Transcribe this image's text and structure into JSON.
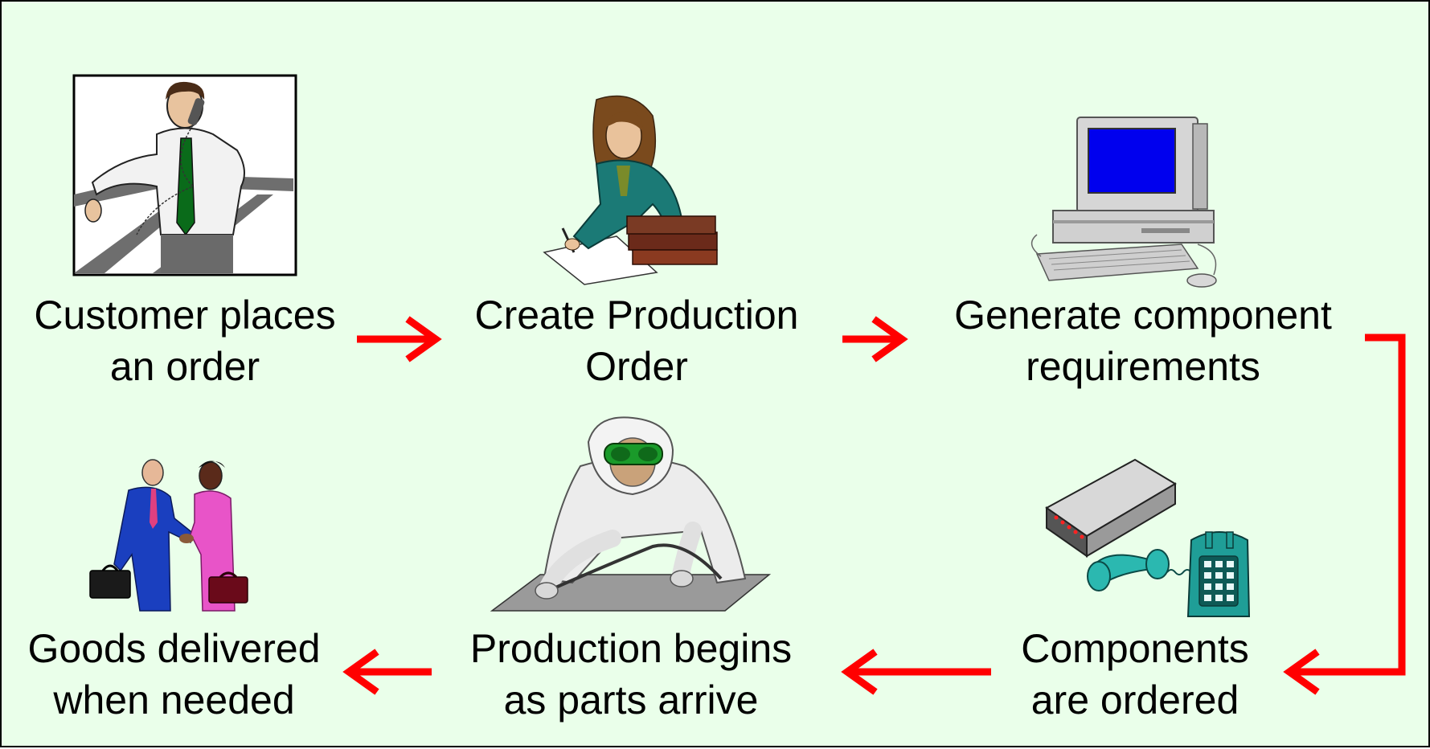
{
  "colors": {
    "background": "#eaffea",
    "border": "#000000",
    "arrow": "#ff0000",
    "text": "#000000"
  },
  "steps": [
    {
      "icon": "businessman-on-phone-icon",
      "line1": "Customer places",
      "line2": "an order"
    },
    {
      "icon": "woman-writing-icon",
      "line1": "Create Production",
      "line2": "Order"
    },
    {
      "icon": "desktop-computer-icon",
      "line1": "Generate component",
      "line2": "requirements"
    },
    {
      "icon": "modem-telephone-icon",
      "line1": "Components",
      "line2": "are ordered"
    },
    {
      "icon": "cleanroom-technician-icon",
      "line1": "Production begins",
      "line2": "as parts arrive"
    },
    {
      "icon": "handshake-icon",
      "line1": "Goods delivered",
      "line2": "when needed"
    }
  ]
}
